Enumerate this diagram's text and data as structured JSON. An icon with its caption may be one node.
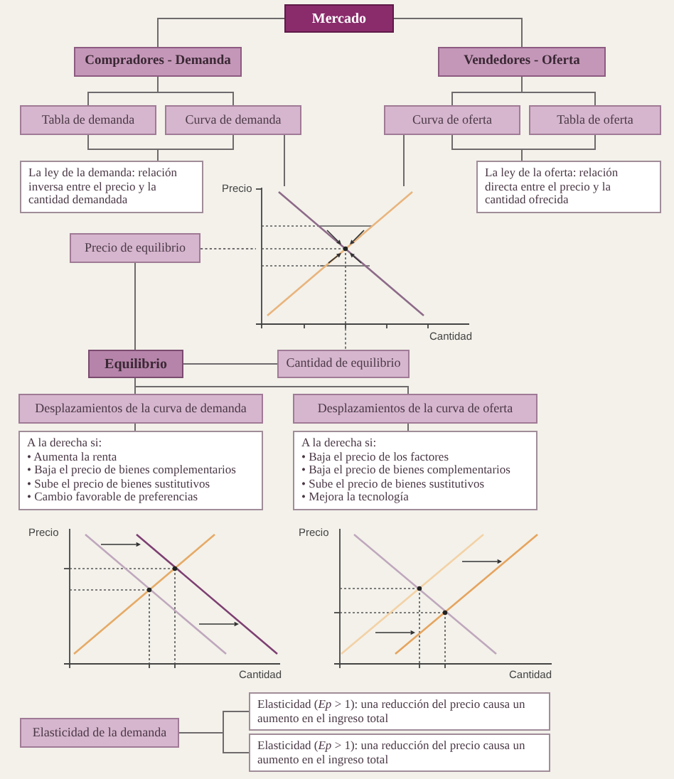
{
  "diagram": {
    "nodes": [
      {
        "text": [
          "Mercado"
        ]
      },
      {
        "text": [
          "Compradores - Demanda"
        ]
      },
      {
        "text": [
          "Vendedores - Oferta"
        ]
      },
      {
        "text": [
          "Tabla de demanda"
        ]
      },
      {
        "text": [
          "Curva de demanda"
        ]
      },
      {
        "text": [
          "Curva de oferta"
        ]
      },
      {
        "text": [
          "Tabla de oferta"
        ]
      },
      {
        "text": [
          "La ley de la demanda: relación inversa entre el precio y la cantidad demandada"
        ]
      },
      {
        "text": [
          "La ley de la oferta: relación directa entre el precio y la cantidad ofrecida"
        ]
      },
      {
        "text": [],
        "shape": "picture"
      },
      {
        "text": [
          "Precio de equilibrio"
        ]
      },
      {
        "text": [
          "Equilibrio"
        ]
      },
      {
        "text": [
          "Cantidad de equilibrio"
        ]
      },
      {
        "text": [
          "Desplazamientos de la curva de demanda"
        ]
      },
      {
        "text": [
          "Desplazamientos de la curva de oferta"
        ]
      },
      {
        "text": [
          "A la derecha si:",
          "• Aumenta la renta",
          "• Baja el precio de bienes complementarios",
          "• Sube el precio de bienes sustitutivos",
          "• Cambio favorable de preferencias"
        ]
      },
      {
        "text": [
          "A la derecha si:",
          "• Baja el precio de los factores",
          "• Baja el precio de bienes complementarios",
          "• Sube el precio de bienes sustitutivos",
          "• Mejora la tecnología"
        ]
      },
      {
        "text": [
          "Elasticidad de la demanda"
        ]
      },
      {
        "text": [
          "Elasticidad (*Ep* > 1): una reducción del precio causa un aumento en el ingreso total"
        ]
      },
      {
        "text": [
          "Elasticidad (*Ep* > 1): una reducción del precio causa un aumento en el ingreso total"
        ]
      }
    ],
    "edges": [
      {
        "from": 0,
        "to": 1,
        "arrow": "none"
      },
      {
        "from": 0,
        "to": 2,
        "arrow": "none"
      },
      {
        "from": 1,
        "to": 3,
        "arrow": "none"
      },
      {
        "from": 1,
        "to": 4,
        "arrow": "none"
      },
      {
        "from": 2,
        "to": 5,
        "arrow": "none"
      },
      {
        "from": 2,
        "to": 6,
        "arrow": "none"
      },
      {
        "from": 3,
        "to": 7,
        "arrow": "none"
      },
      {
        "from": 4,
        "to": 7,
        "arrow": "none"
      },
      {
        "from": 5,
        "to": 8,
        "arrow": "none"
      },
      {
        "from": 6,
        "to": 8,
        "arrow": "none"
      },
      {
        "from": 4,
        "to": 9,
        "arrow": "none"
      },
      {
        "from": 5,
        "to": 9,
        "arrow": "none"
      },
      {
        "from": 10,
        "to": 9,
        "arrow": "none",
        "style": "dashed"
      },
      {
        "from": 10,
        "to": 11,
        "arrow": "none"
      },
      {
        "from": 11,
        "to": 12,
        "arrow": "none"
      },
      {
        "from": 9,
        "to": 12,
        "arrow": "none",
        "style": "dashed"
      },
      {
        "from": 11,
        "to": 13,
        "arrow": "none"
      },
      {
        "from": 11,
        "to": 14,
        "arrow": "none"
      },
      {
        "from": 13,
        "to": 15,
        "arrow": "none"
      },
      {
        "from": 14,
        "to": 16,
        "arrow": "none"
      },
      {
        "from": 17,
        "to": 18,
        "arrow": "none"
      },
      {
        "from": 17,
        "to": 19,
        "arrow": "none"
      }
    ],
    "labels": [
      "Precio",
      "Cantidad",
      "Precio",
      "Precio",
      "Cantidad",
      "Cantidad"
    ]
  }
}
